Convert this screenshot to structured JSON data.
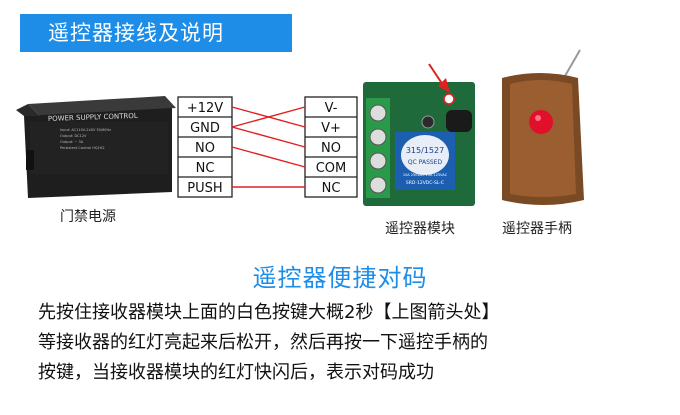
{
  "banner": {
    "title": "遥控器接线及说明"
  },
  "psu": {
    "title": "POWER SUPPLY CONTROL",
    "fine_print": [
      "Input: AC110V-240V 50/60Hz",
      "Output: DC12V",
      "Output: ~ 3A",
      "Persistent Control HQ1H2"
    ],
    "caption": "门禁电源"
  },
  "left_terminals": [
    "+12V",
    "GND",
    "NO",
    "NC",
    "PUSH"
  ],
  "right_terminals": [
    "V-",
    "V+",
    "NO",
    "COM",
    "NC"
  ],
  "module": {
    "relay_model": "315/1527",
    "relay_status": "QC PASSED",
    "relay_specs": "10A 250VAC 15A 125VAC",
    "relay_part": "SRD-12VDC-SL-C",
    "caption": "遥控器模块"
  },
  "remote": {
    "caption": "遥控器手柄"
  },
  "pairing": {
    "subtitle": "遥控器便捷对码",
    "lines": [
      "先按住接收器模块上面的白色按键大概2秒【上图箭头处】",
      "等接收器的红灯亮起来后松开，然后再按一下遥控手柄的",
      "按键，当接收器模块的红灯快闪后，表示对码成功"
    ]
  },
  "colors": {
    "accent": "#1d8de8",
    "wire": "#e02020"
  }
}
